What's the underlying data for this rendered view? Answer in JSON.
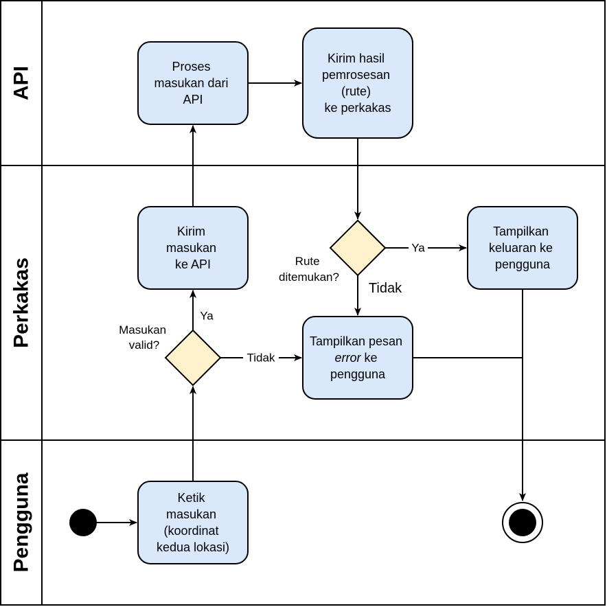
{
  "colors": {
    "activity_fill": "#dae8fc",
    "decision_fill": "#fff2cc",
    "stroke": "#000000",
    "node_dot": "#000000"
  },
  "lanes": {
    "api": "API",
    "perkakas": "Perkakas",
    "pengguna": "Pengguna"
  },
  "nodes": {
    "proses": [
      "Proses",
      "masukan dari",
      "API"
    ],
    "kirim_hasil": [
      "Kirim hasil",
      "pemrosesan",
      "(rute)",
      "ke perkakas"
    ],
    "kirim_masukan": [
      "Kirim",
      "masukan",
      "ke API"
    ],
    "tampilkan_keluaran": [
      "Tampilkan",
      "keluaran ke",
      "pengguna"
    ],
    "tampilkan_error": {
      "line1": "Tampilkan pesan",
      "line2_em": "error",
      "line2_rest": " ke",
      "line3": "pengguna"
    },
    "ketik": [
      "Ketik",
      "masukan",
      "(koordinat",
      "kedua lokasi)"
    ]
  },
  "decisions": {
    "valid": [
      "Masukan",
      "valid?"
    ],
    "rute": [
      "Rute",
      "ditemukan?"
    ]
  },
  "edge_labels": {
    "valid_ya": "Ya",
    "valid_tidak": "Tidak",
    "rute_ya": "Ya",
    "rute_tidak": "Tidak"
  },
  "icons": {
    "start": "initial-node-icon",
    "end": "final-node-icon"
  }
}
